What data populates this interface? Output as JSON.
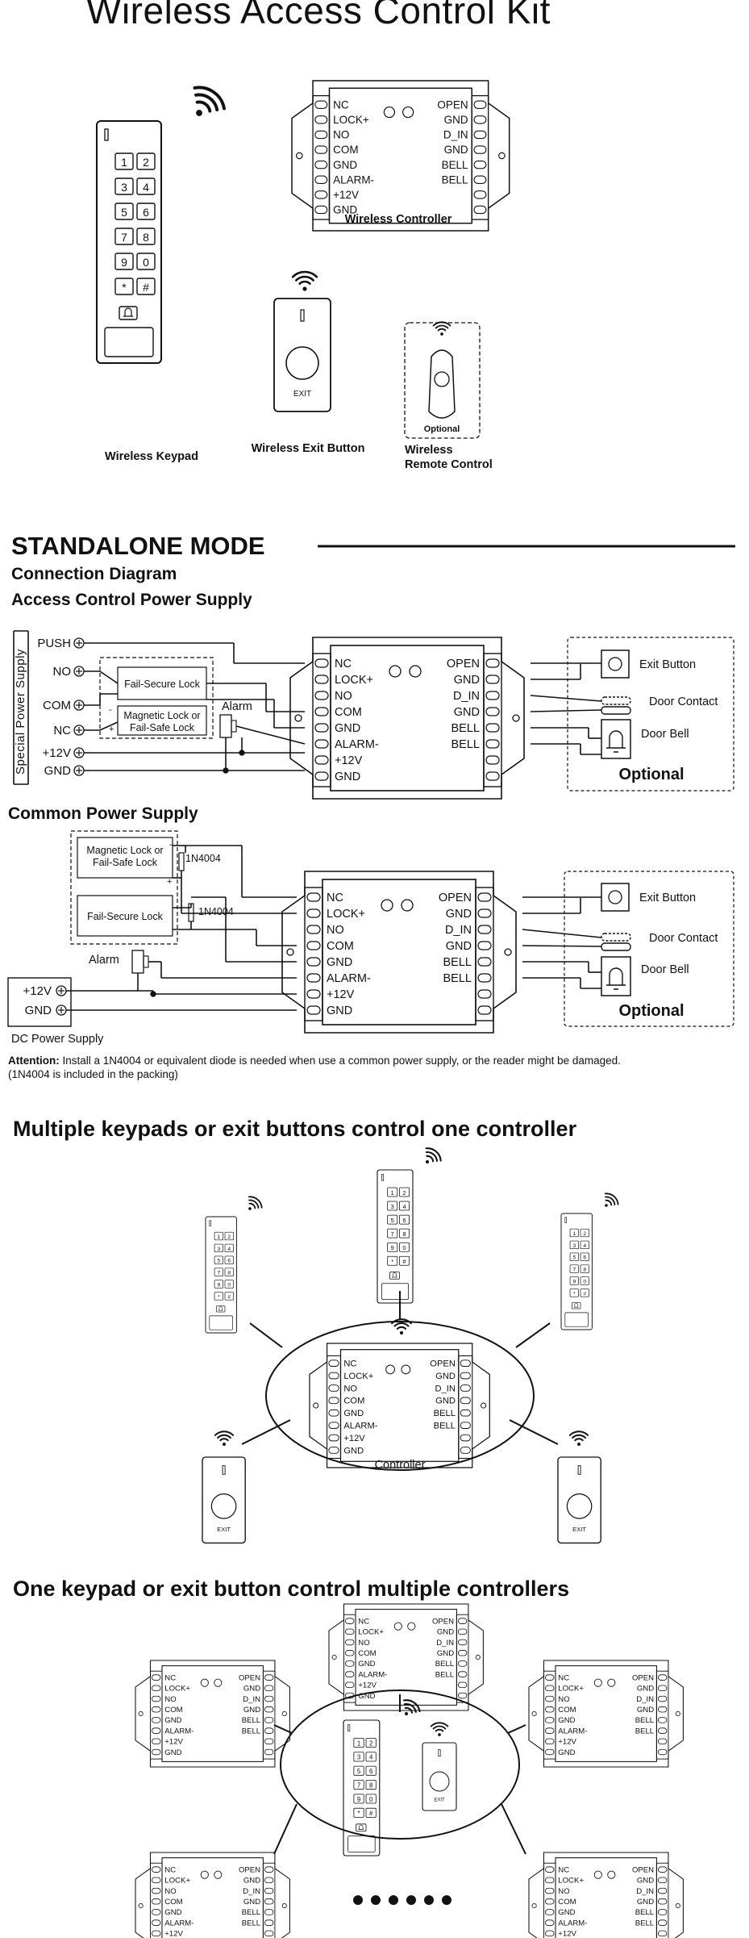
{
  "title": "Wireless Access Control Kit",
  "kit": {
    "controller_label": "Wireless Controller",
    "keypad_label": "Wireless Keypad",
    "exit_button_label": "Wireless Exit Button",
    "remote_label_1": "Wireless",
    "remote_label_2": "Remote Control",
    "optional": "Optional",
    "exit_text": "EXIT"
  },
  "controller": {
    "left_terminals": [
      "NC",
      "LOCK+",
      "NO",
      "COM",
      "GND",
      "ALARM-",
      "+12V",
      "GND"
    ],
    "right_terminals": [
      "OPEN",
      "GND",
      "D_IN",
      "GND",
      "BELL",
      "BELL"
    ],
    "label": "Controller"
  },
  "keypad": {
    "keys": [
      "1",
      "2",
      "3",
      "4",
      "5",
      "6",
      "7",
      "8",
      "9",
      "0",
      "*",
      "#"
    ]
  },
  "standalone": {
    "heading": "STANDALONE MODE",
    "sub1": "Connection Diagram",
    "sub2": "Access Control Power Supply",
    "psu_label": "Special Power Supply",
    "psu_terms": [
      "PUSH",
      "NO",
      "COM",
      "NC",
      "+12V",
      "GND"
    ],
    "fail_secure": "Fail-Secure Lock",
    "mag_lock_1": "Magnetic Lock or",
    "mag_lock_2": "Fail-Safe Lock",
    "alarm": "Alarm",
    "exit_button": "Exit Button",
    "door_contact": "Door Contact",
    "door_bell": "Door Bell",
    "optional": "Optional"
  },
  "common": {
    "heading": "Common Power Supply",
    "mag_lock_1": "Magnetic Lock or",
    "mag_lock_2": "Fail-Safe Lock",
    "fail_secure": "Fail-Secure Lock",
    "diode": "1N4004",
    "alarm": "Alarm",
    "dc_terms": [
      "+12V",
      "GND"
    ],
    "dc_label": "DC Power Supply",
    "attention_label": "Attention:",
    "attention_text": " Install a 1N4004 or equivalent diode is needed when use a common power supply, or the reader might be damaged.",
    "attention_line2": "(1N4004 is included in the packing)"
  },
  "multi1": {
    "heading": "Multiple keypads or exit buttons control one controller",
    "controller_label": "Controller"
  },
  "multi2": {
    "heading": "One keypad or exit button control multiple controllers"
  }
}
